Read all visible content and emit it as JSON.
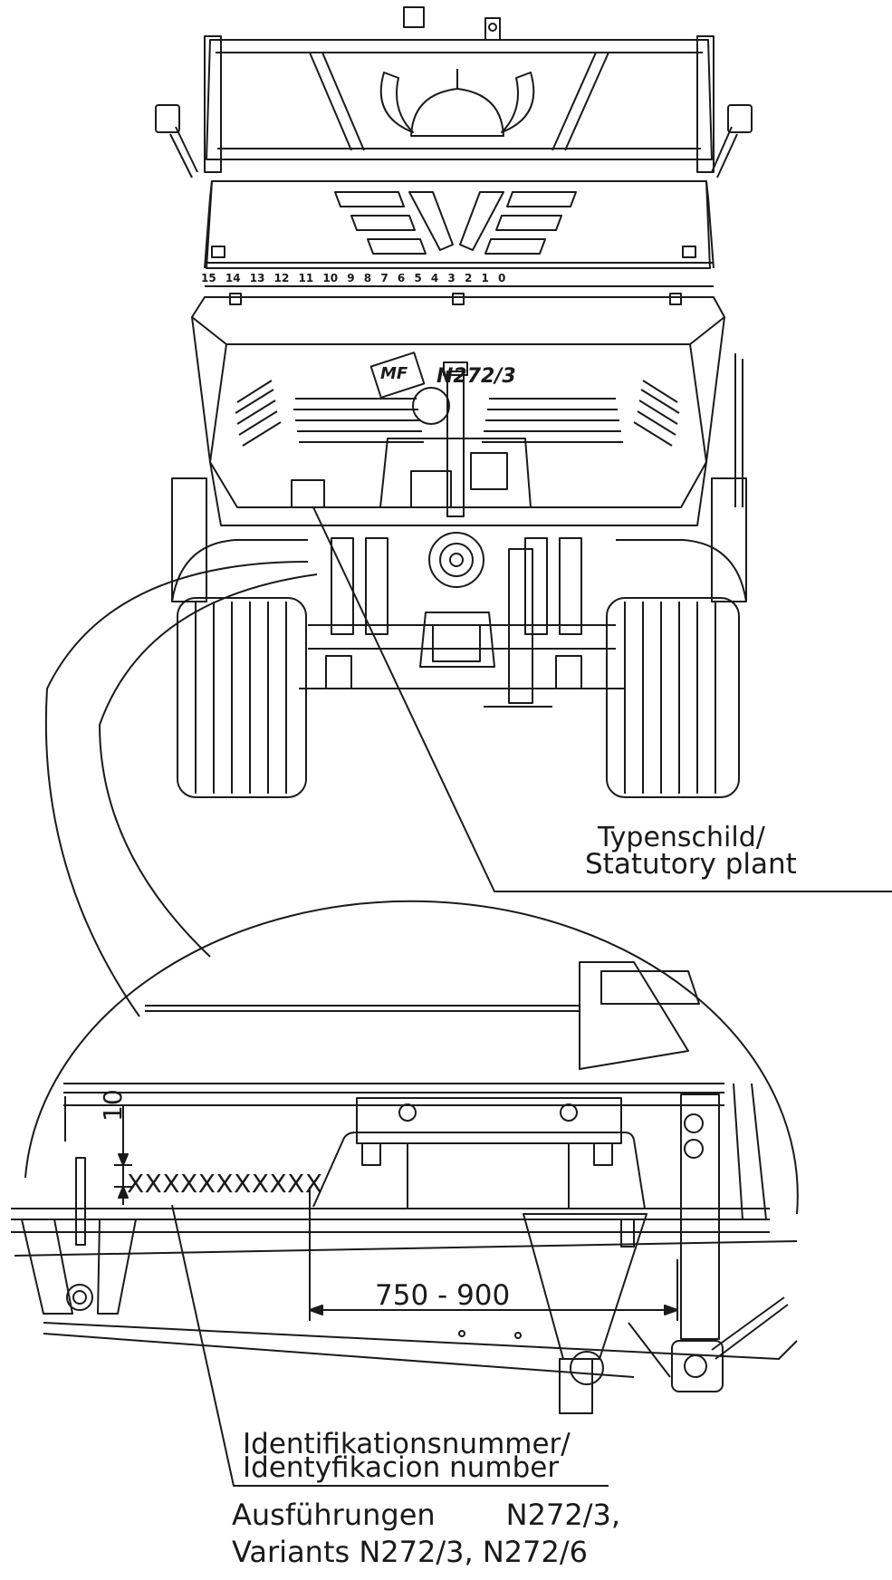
{
  "labels": {
    "type_plate_de": "Typenschild/",
    "type_plate_en": "Statutory plant",
    "id_number_de": "Identifikationsnummer/",
    "id_number_en": "Identyfikacion number",
    "variants_de_word": "Ausführungen",
    "variants_de_models": "N272/3,",
    "variants_en": "Variants N272/3, N272/6",
    "dimension_horizontal": "750 - 900",
    "dimension_vertical": "10",
    "serial_placeholder": "XXXXXXXXXXX",
    "scale_numbers": "15 14 13 12 11 10 9 8 7 6 5 4 3 2 1 0",
    "model_badge": "N272/3",
    "logo_text": "MF"
  },
  "colors": {
    "line": "#1a1a1a",
    "background": "#ffffff"
  }
}
